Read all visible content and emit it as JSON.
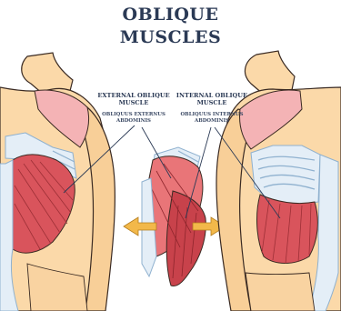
{
  "title": {
    "line1": "OBLIQUE",
    "line2": "MUSCLES"
  },
  "labels": {
    "external": {
      "name_line1": "EXTERNAL OBLIQUE",
      "name_line2": "MUSCLE",
      "latin_line1": "OBLIQUUS EXTERNUS",
      "latin_line2": "ABDOMINIS"
    },
    "internal": {
      "name_line1": "INTERNAL OBLIQUE",
      "name_line2": "MUSCLE",
      "latin_line1": "OBLIQUUS INTERNUS",
      "latin_line2": "ABDOMINIS"
    }
  },
  "colors": {
    "skin": "#fbd9a9",
    "skin_outline": "#3a2a22",
    "muscle": "#d9545c",
    "muscle_light": "#ef8f93",
    "muscle_pale": "#f4b3b5",
    "bone": "#e4eef7",
    "bone_outline": "#8fb1cf",
    "arrow": "#f2b84a",
    "text": "#2b3a55"
  },
  "icons": [
    "double-arrow-left-icon",
    "double-arrow-right-icon"
  ]
}
